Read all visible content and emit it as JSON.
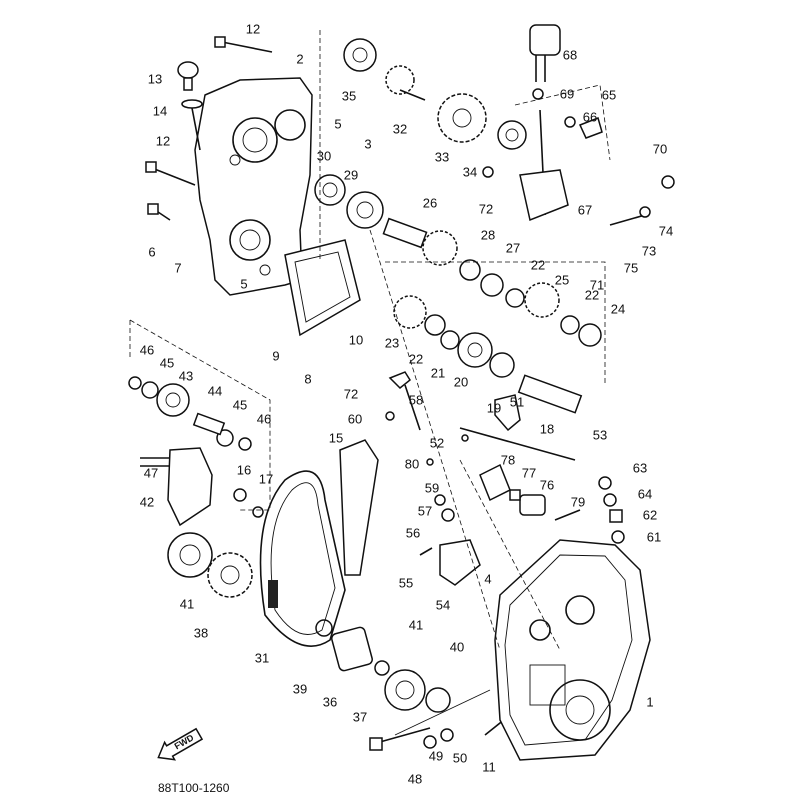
{
  "diagram": {
    "drawing_code": "88T100-1260",
    "fwd_marker": "FWD",
    "labels": [
      "12",
      "2",
      "35",
      "13",
      "14",
      "5",
      "3",
      "32",
      "33",
      "68",
      "69",
      "65",
      "66",
      "30",
      "29",
      "12",
      "70",
      "34",
      "72",
      "26",
      "67",
      "74",
      "6",
      "7",
      "73",
      "28",
      "27",
      "22",
      "75",
      "71",
      "25",
      "22",
      "24",
      "5",
      "10",
      "9",
      "8",
      "23",
      "22",
      "21",
      "20",
      "19",
      "46",
      "45",
      "43",
      "44",
      "45",
      "46",
      "72",
      "58",
      "51",
      "60",
      "18",
      "52",
      "53",
      "15",
      "47",
      "16",
      "80",
      "78",
      "77",
      "63",
      "17",
      "76",
      "59",
      "64",
      "42",
      "79",
      "57",
      "62",
      "56",
      "61",
      "55",
      "54",
      "4",
      "41",
      "38",
      "41",
      "40",
      "1",
      "31",
      "39",
      "36",
      "37",
      "48",
      "49",
      "50",
      "11"
    ]
  }
}
